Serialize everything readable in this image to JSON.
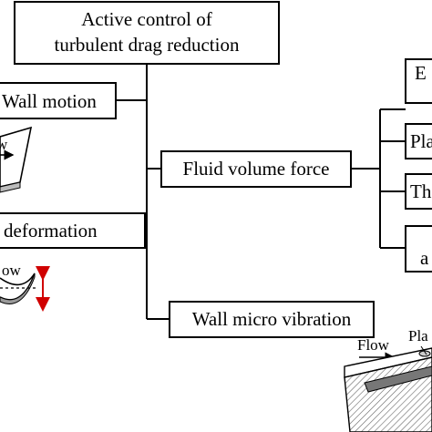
{
  "root": {
    "line1": "Active control of",
    "line2": "turbulent drag reduction"
  },
  "branches": {
    "wall_motion": "Wall motion",
    "deformation": "deformation",
    "fluid_volume_force": "Fluid volume force",
    "wall_micro_vibration": "Wall micro vibration"
  },
  "sub_items": {
    "item1": "E",
    "item2": "Pla",
    "item3": "Th",
    "item4_line2": "a"
  },
  "illustrations": {
    "wall_motion_flow": "w",
    "deformation_flow": "ow",
    "bottom_right_flow": "Flow",
    "bottom_right_label": "Pla"
  }
}
